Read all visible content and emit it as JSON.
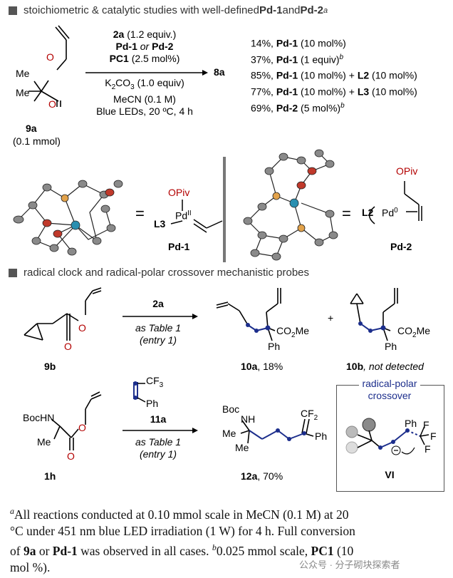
{
  "section1": {
    "title_pre": "stoichiometric & catalytic studies with well-defined ",
    "pd1": "Pd-1",
    "and": " and ",
    "pd2": "Pd-2",
    "sup": "a"
  },
  "substrate_9a": {
    "me_top": "Me",
    "me_bottom": "Me",
    "label": "9a",
    "scale": "(0.1 mmol)"
  },
  "conditions_top": {
    "line1_bold": "2a",
    "line1_rest": " (1.2 equiv.)",
    "line2_a": "Pd-1",
    "line2_or": " or ",
    "line2_b": "Pd-2",
    "line3_bold": "PC1",
    "line3_rest": " (2.5 mol%)"
  },
  "conditions_bottom": {
    "line1_a": "K",
    "line1_sub1": "2",
    "line1_b": "CO",
    "line1_sub2": "3",
    "line1_c": " (1.0 equiv)",
    "line2": "MeCN (0.1 M)",
    "line3": "Blue LEDs, 20 ºC, 4 h"
  },
  "product_8a": "8a",
  "results": [
    {
      "pct": "14%, ",
      "cat": "Pd-1",
      "rest": " (10 mol%)",
      "add": "",
      "addlabel": "",
      "addrest": "",
      "sup": ""
    },
    {
      "pct": "37%, ",
      "cat": "Pd-1",
      "rest": " (1 equiv)",
      "add": "",
      "addlabel": "",
      "addrest": "",
      "sup": "b"
    },
    {
      "pct": "85%, ",
      "cat": "Pd-1",
      "rest": " (10 mol%)",
      "add": " + ",
      "addlabel": "L2",
      "addrest": " (10 mol%)",
      "sup": ""
    },
    {
      "pct": "77%, ",
      "cat": "Pd-1",
      "rest": " (10 mol%)",
      "add": " + ",
      "addlabel": "L3",
      "addrest": " (10 mol%)",
      "sup": ""
    },
    {
      "pct": "69%, ",
      "cat": "Pd-2",
      "rest": " (5 mol%)",
      "add": "",
      "addlabel": "",
      "addrest": "",
      "sup": "b"
    }
  ],
  "pd1_complex": {
    "eq": "=",
    "opiv": "OPiv",
    "ligand": "L3",
    "metal": "Pd",
    "ox": "II",
    "label": "Pd-1"
  },
  "pd2_complex": {
    "eq": "=",
    "opiv": "OPiv",
    "ligand": "L2",
    "metal": "Pd",
    "ox": "0",
    "label": "Pd-2"
  },
  "section2": {
    "title": "radical clock and radical-polar crossover mechanistic probes"
  },
  "rxn_9b": {
    "reagent": "2a",
    "cond1": "as Table 1",
    "cond2": "(entry 1)",
    "label": "9b"
  },
  "product_10a": {
    "ester": "CO",
    "ester_sub": "2",
    "ester_end": "Me",
    "ph": "Ph",
    "label": "10a",
    "yield": ", 18%"
  },
  "plus": "+",
  "product_10b": {
    "ester": "CO",
    "ester_sub": "2",
    "ester_end": "Me",
    "ph": "Ph",
    "label": "10b",
    "note": ", not detected"
  },
  "rxn_1h": {
    "boc": "BocHN",
    "me": "Me",
    "label": "1h",
    "reagent_cf3": "CF",
    "reagent_cf3_sub": "3",
    "reagent_ph": "Ph",
    "reagent": "11a",
    "cond1": "as Table 1",
    "cond2": "(entry 1)"
  },
  "product_12a": {
    "boc": "Boc",
    "nh": "NH",
    "me": "Me",
    "me2": "Me",
    "cf2": "CF",
    "cf2_sub": "2",
    "ph": "Ph",
    "label": "12a",
    "yield": ", 70%"
  },
  "box_vi": {
    "title1": "radical-polar",
    "title2": "crossover",
    "ph": "Ph",
    "f1": "F",
    "f2": "F",
    "f3": "F",
    "label": "VI"
  },
  "footnote": {
    "a_sup": "a",
    "a_text1": "All reactions conducted at 0.10 mmol scale in MeCN (0.1 M) at 20",
    "a_text2": "°C under 451 nm blue LED irradiation (1 W) for 4 h. Full conversion",
    "a_text3_pre": "of ",
    "a_text3_9a": "9a",
    "a_text3_or": " or ",
    "a_text3_pd1": "Pd-1",
    "a_text3_post": " was observed in all cases. ",
    "b_sup": "b",
    "b_text": "0.025 mmol scale, ",
    "b_pc1": "PC1",
    "b_tail": " (10",
    "b_text4": "mol %)."
  },
  "watermark": "公众号 · 分子砌块探索者",
  "colors": {
    "red": "#b30000",
    "blue": "#1c2e8c",
    "bar": "#777777"
  }
}
